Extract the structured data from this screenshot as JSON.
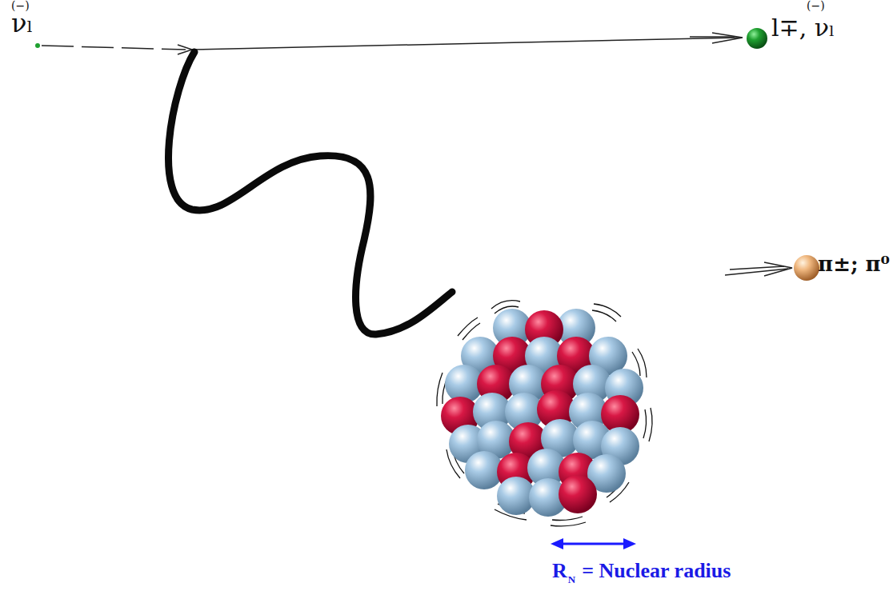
{
  "diagram": {
    "labels": [
      "(−)",
      "νₗ",
      "(−)",
      "l∓, νₗ",
      "π±; π⁰",
      "R",
      "N",
      "= Nuclear radius"
    ]
  }
}
